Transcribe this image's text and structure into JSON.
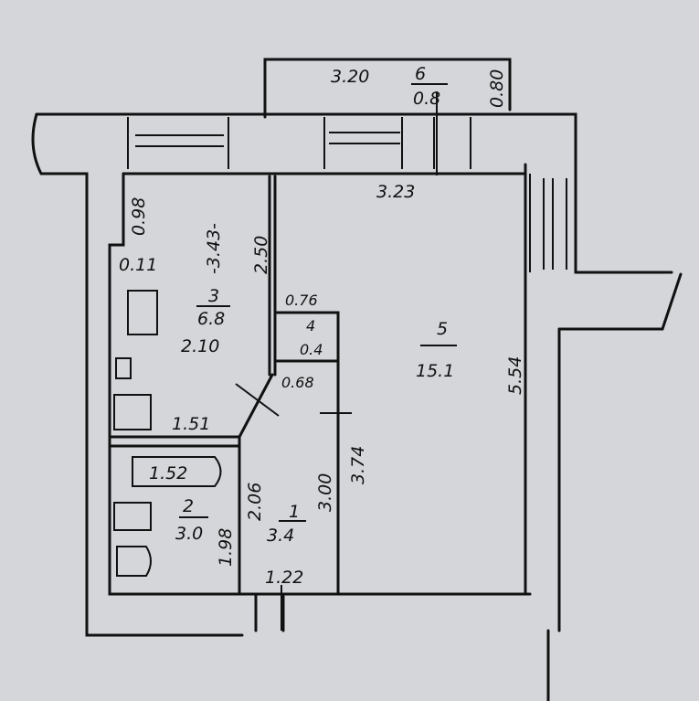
{
  "plan": {
    "balcony": {
      "width": "3.20",
      "number": "6",
      "area": "0.8",
      "depth": "0.80"
    },
    "room5_width": "3.23",
    "kitchen": {
      "number": "3",
      "area": "6.8",
      "width": "2.10",
      "length": "-3.43-",
      "dim_098": "0.98",
      "dim_011": "0.11",
      "dim_250": "2.50"
    },
    "closet": {
      "number": "4",
      "area": "0.4",
      "dim_076": "0.76",
      "dim_068": "0.68"
    },
    "living_room": {
      "number": "5",
      "area": "15.1",
      "length": "5.54"
    },
    "bathroom": {
      "number": "2",
      "area": "3.0",
      "dim_151": "1.51",
      "bath": "1.52",
      "dim_198": "1.98",
      "dim_206": "2.06"
    },
    "hall": {
      "number": "1",
      "area": "3.4",
      "dim_300": "3.00",
      "dim_374": "3.74",
      "dim_122": "1.22"
    }
  }
}
